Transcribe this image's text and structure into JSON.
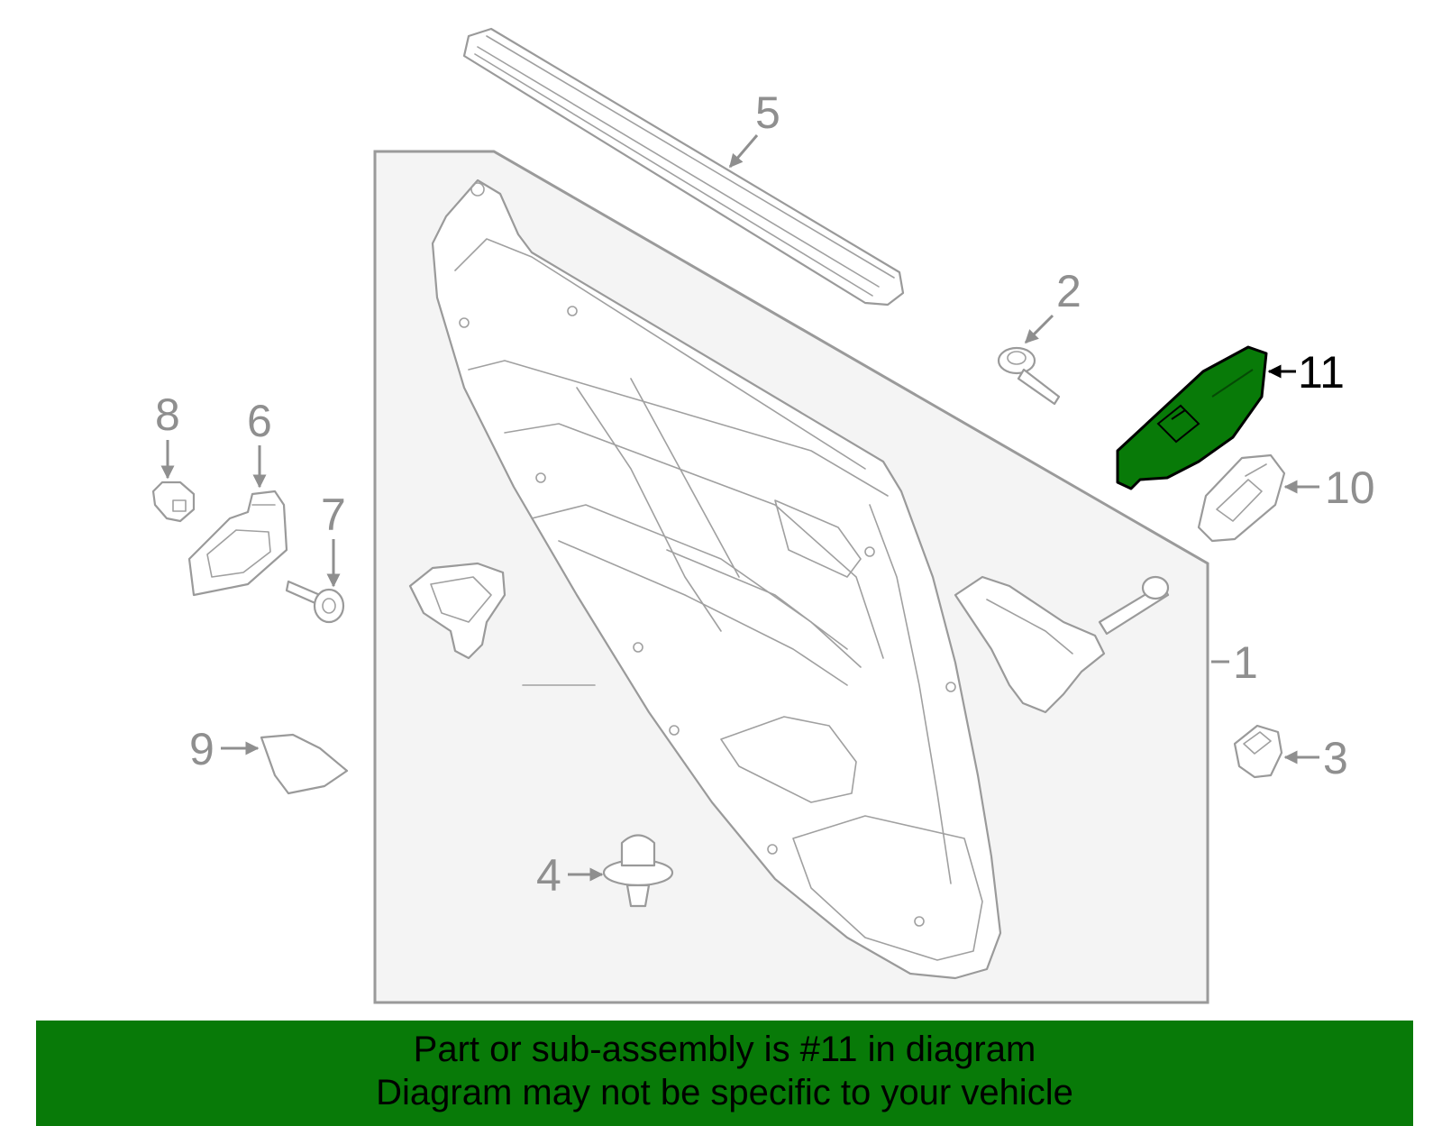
{
  "diagram": {
    "callouts": [
      "1",
      "2",
      "3",
      "4",
      "5",
      "6",
      "7",
      "8",
      "9",
      "10",
      "11"
    ],
    "highlighted_part": "11",
    "highlight_color": "#087a08",
    "line_color": "#9a9a9a"
  },
  "banner": {
    "line1": "Part or sub-assembly is #11 in diagram",
    "line2": "Diagram may not be specific to your vehicle",
    "background": "#087a08"
  }
}
